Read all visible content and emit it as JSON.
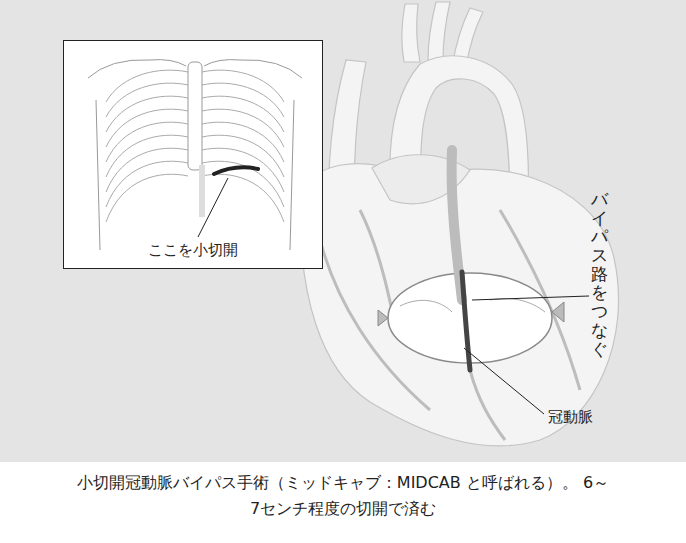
{
  "diagram": {
    "caption": "小切開冠動脈バイパス手術（ミッドキャブ：MIDCAB と呼ばれる）。 6～7センチ程度の切開で済む",
    "nodes": [
      {
        "text": [
          "ここを小切開"
        ]
      }
    ],
    "labels": [
      "バイパス路をつなぐ",
      "冠動脈"
    ]
  }
}
